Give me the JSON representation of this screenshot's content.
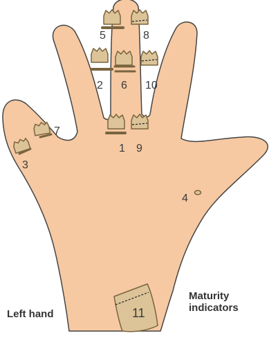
{
  "figure": {
    "hand_label": "Left hand",
    "legend_line1": "Maturity",
    "legend_line2": "indicators",
    "indicators": [
      {
        "id": "indicator-1",
        "label": "1"
      },
      {
        "id": "indicator-2",
        "label": "2"
      },
      {
        "id": "indicator-3",
        "label": "3"
      },
      {
        "id": "indicator-4",
        "label": "4"
      },
      {
        "id": "indicator-5",
        "label": "5"
      },
      {
        "id": "indicator-6",
        "label": "6"
      },
      {
        "id": "indicator-7",
        "label": "7"
      },
      {
        "id": "indicator-8",
        "label": "8"
      },
      {
        "id": "indicator-9",
        "label": "9"
      },
      {
        "id": "indicator-10",
        "label": "10"
      },
      {
        "id": "indicator-11",
        "label": "11"
      }
    ]
  },
  "colors": {
    "skin": "#f6c9a2",
    "outline": "#444444",
    "bone_fill": "#dcc498",
    "bone_stroke": "#7a6440"
  }
}
